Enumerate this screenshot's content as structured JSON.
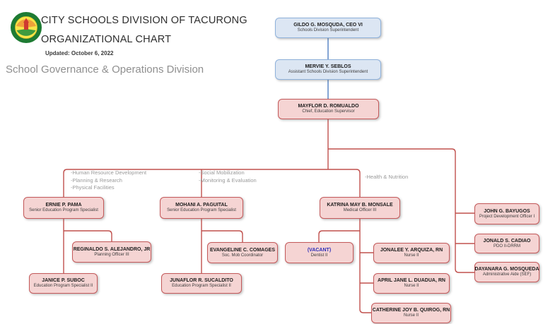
{
  "header": {
    "title_line1": "CITY SCHOOLS DIVISION OF TACURONG",
    "title_line2": "ORGANIZATIONAL CHART",
    "updated": "Updated: October 6, 2022",
    "division": "School Governance & Operations Division",
    "logo": "city-seal-icon"
  },
  "colors": {
    "blue_box_fill": "#dce6f3",
    "blue_box_border": "#8fb2dc",
    "blue_line": "#5b87c5",
    "pink_box_fill": "#f5d4d3",
    "pink_box_border": "#c4595a",
    "red_line": "#c0504d",
    "vacant_text": "#2d2db8",
    "group_label_gray": "#9a9a9a"
  },
  "group_labels": [
    {
      "lines": [
        "-Human Resource Development",
        "-Planning & Research",
        "-Physical Facilities"
      ]
    },
    {
      "lines": [
        "-Social Mobilization",
        "-Monitoring & Evaluation"
      ]
    },
    {
      "lines": [
        "-Health & Nutrition"
      ]
    }
  ],
  "nodes": {
    "gildo": {
      "name": "GILDO G. MOSQUDA, CEO VI",
      "title": "Schools Division Superintendent"
    },
    "mervie": {
      "name": "MERVIE Y. SEBLOS",
      "title": "Assistant Schools Division Superintendent"
    },
    "mayflor": {
      "name": "MAYFLOR D. ROMUALDO",
      "title": "Chief, Education Supervisor"
    },
    "ernie": {
      "name": "ERNIE P. PAMA",
      "title": "Senior Education Program Specialist"
    },
    "mohani": {
      "name": "MOHANI A. PAGUITAL",
      "title": "Senior Education Program Specialist"
    },
    "katrina": {
      "name": "KATRINA MAY B. MONSALE",
      "title": "Medical Officer III"
    },
    "reginaldo": {
      "name": "REGINALDO S. ALEJANDRO, JR",
      "title": "Planning Officer III"
    },
    "janice": {
      "name": "JANICE P. SUBOC",
      "title": "Education Program Specialist II"
    },
    "evangeline": {
      "name": "EVANGELINE C. COMAGES",
      "title": "Soc. Mob Coordinator"
    },
    "junaflor": {
      "name": "JUNAFLOR R. SUCALDITO",
      "title": "Education Program Specialist II"
    },
    "vacant": {
      "name": "(VACANT)",
      "title": "Dentist II"
    },
    "jonalee": {
      "name": "JONALEE Y. ARQUIZA, RN",
      "title": "Nurse II"
    },
    "april": {
      "name": "APRIL JANE L. DUADUA, RN",
      "title": "Nurse II"
    },
    "catherine": {
      "name": "CATHERINE JOY B. QUIROG, RN",
      "title": "Nurse II"
    },
    "john": {
      "name": "JOHN G. BAYUGOS",
      "title": "Project Development Officer I"
    },
    "jonald": {
      "name": "JONALD S. CADIAO",
      "title": "PDO II-DRRM"
    },
    "dayanara": {
      "name": "DAYANARA G. MOSQUEDA",
      "title": "Administrative Aide (SEF)"
    }
  }
}
